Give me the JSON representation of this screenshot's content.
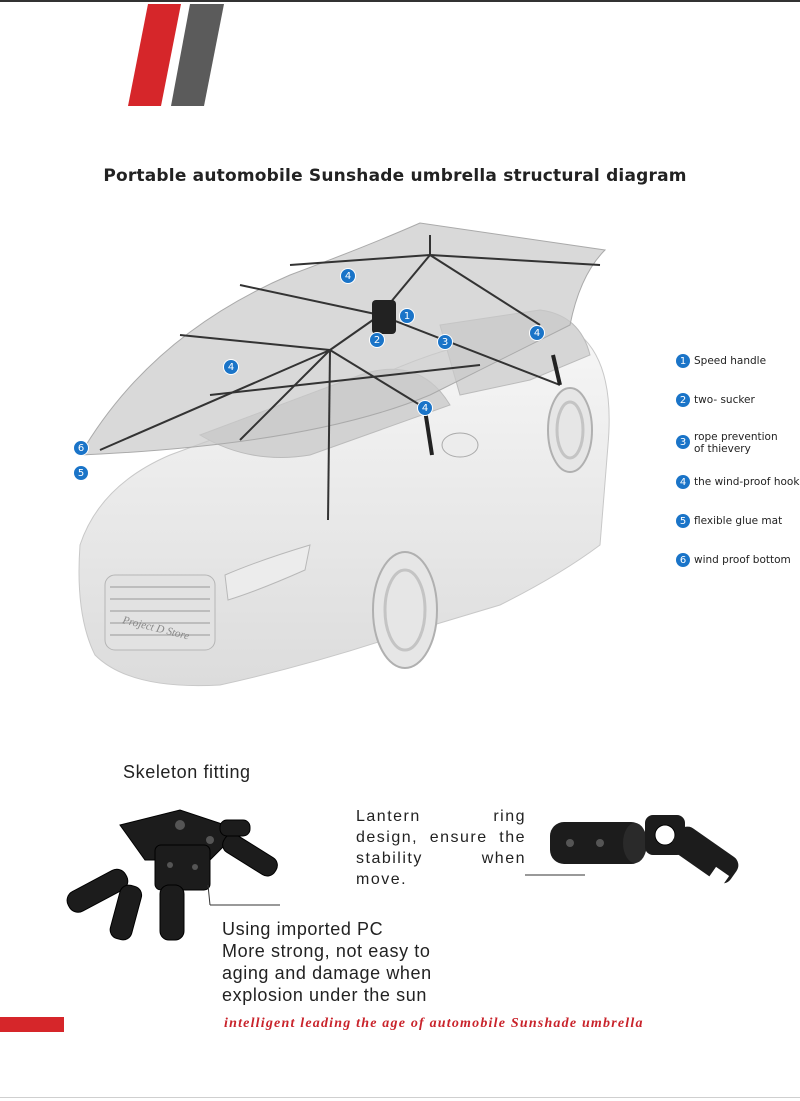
{
  "title": "Portable automobile Sunshade umbrella structural diagram",
  "legend": [
    {
      "num": "1",
      "text": "Speed handle"
    },
    {
      "num": "2",
      "text": "two- sucker"
    },
    {
      "num": "3",
      "text": "rope prevention of thievery"
    },
    {
      "num": "4",
      "text": "the wind-proof hook"
    },
    {
      "num": "5",
      "text": "flexible glue mat"
    },
    {
      "num": "6",
      "text": "wind proof bottom"
    }
  ],
  "callouts": {
    "c1": "1",
    "c2": "2",
    "c3": "3",
    "c4a": "4",
    "c4b": "4",
    "c4c": "4",
    "c4d": "4",
    "c5": "5",
    "c6": "6"
  },
  "watermark": "Project D Store",
  "skeleton_heading": "Skeleton fitting",
  "lantern_text": "Lantern ring design, ensure the stability when move.",
  "pc_lines": [
    "Using imported PC",
    "More strong, not easy to",
    "aging and damage when",
    "explosion under the sun"
  ],
  "tagline": "intelligent leading the age of automobile Sunshade umbrella",
  "colors": {
    "brand_red": "#d6262a",
    "brand_gray": "#5b5b5b",
    "callout_blue": "#1a74c8",
    "tagline_red": "#c9232b"
  }
}
